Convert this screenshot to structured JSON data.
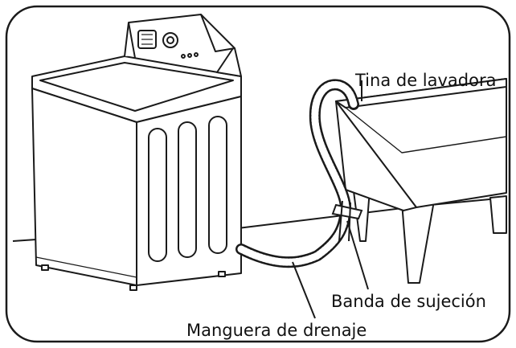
{
  "labels": {
    "tub": "Tina de lavadora",
    "clamp": "Banda de sujeción",
    "hose": "Manguera de drenaje"
  },
  "colors": {
    "line": "#1a1a1a",
    "fill": "#ffffff",
    "frame": "#1a1a1a"
  }
}
